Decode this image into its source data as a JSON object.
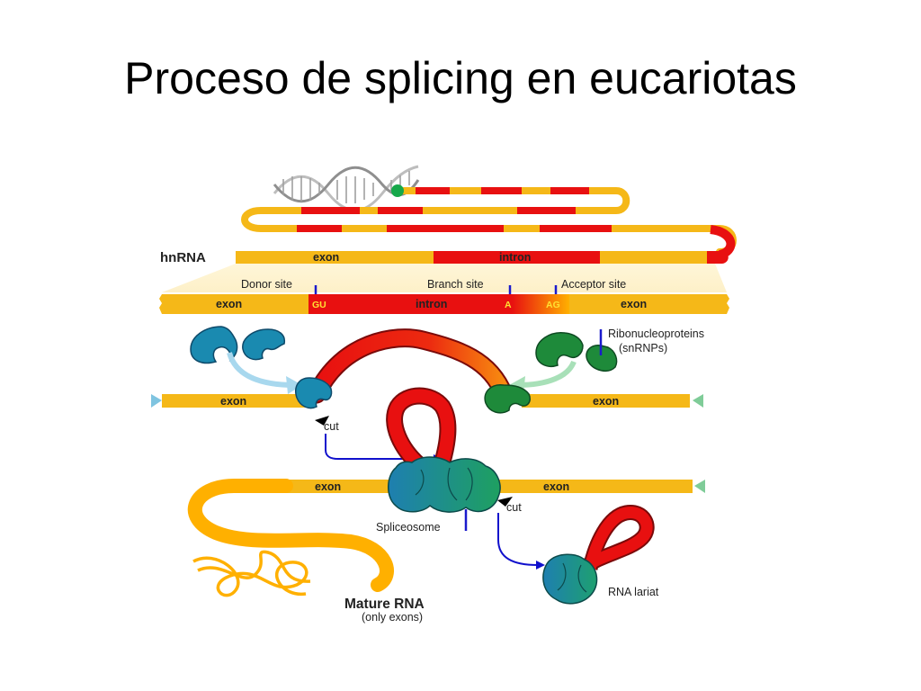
{
  "slide": {
    "title": "Proceso de splicing en eucariotas"
  },
  "diagram": {
    "hnrna_label": "hnRNA",
    "hnrna_exon": "exon",
    "hnrna_intron": "intron",
    "donor_site": "Donor site",
    "branch_site": "Branch site",
    "acceptor_site": "Acceptor site",
    "bar_exon_left": "exon",
    "bar_intron": "intron",
    "bar_exon_right": "exon",
    "gu": "GU",
    "a": "A",
    "ag": "AG",
    "ribonucleoproteins": "Ribonucleoproteins",
    "snrnps": "(snRNPs)",
    "row3_exon_left": "exon",
    "row3_exon_right": "exon",
    "cut_1": "cut",
    "row4_exon_left": "exon",
    "row4_exon_right": "exon",
    "spliceosome": "Spliceosome",
    "cut_2": "cut",
    "mature_rna": "Mature RNA",
    "only_exons": "(only exons)",
    "rna_lariat": "RNA lariat"
  },
  "colors": {
    "exon": "#f5b818",
    "intron": "#e81010",
    "snrnp_blue": "#1a8ab0",
    "snrnp_green": "#1e8a3a",
    "arrow_blue": "#1010cc",
    "arrow_light_blue": "#a8d8ee",
    "arrow_light_green": "#a8e0b8",
    "spliceosome": "#1a9a88",
    "mature_rna": "#ffb000"
  }
}
